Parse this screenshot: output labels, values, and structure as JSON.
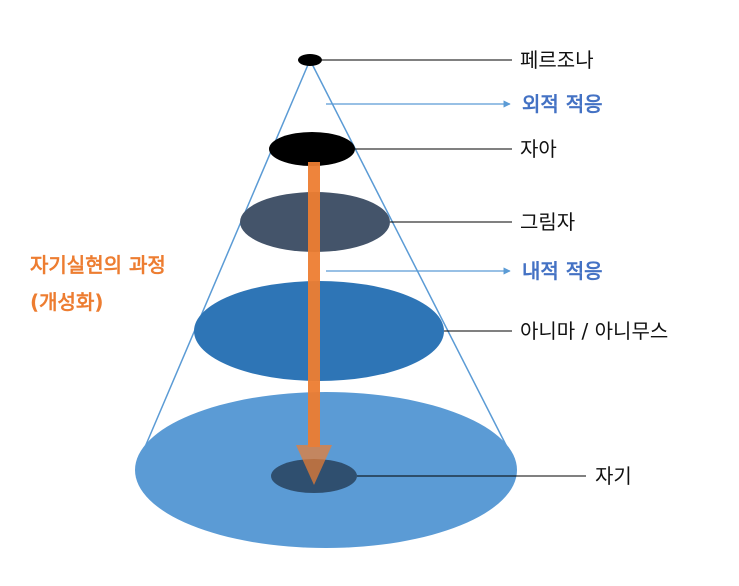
{
  "labels": {
    "persona": "페르조나",
    "outer_adaptation": "외적 적응",
    "ego": "자아",
    "shadow": "그림자",
    "inner_adaptation": "내적 적응",
    "anima_animus": "아니마 / 아니무스",
    "self": "자기",
    "process_line1": "자기실현의 과정",
    "process_line2": "(개성화)"
  },
  "colors": {
    "persona": "#000000",
    "ego": "#000000",
    "shadow": "#44546a",
    "anima_animus": "#2e75b6",
    "base": "#5b9bd5",
    "self": "#2f4f6f",
    "cone_line": "#5b9bd5",
    "arrow": "#ed7d31",
    "adaptation_text": "#4472c4",
    "process_text": "#ed7d31",
    "leader_line": "#000000"
  }
}
